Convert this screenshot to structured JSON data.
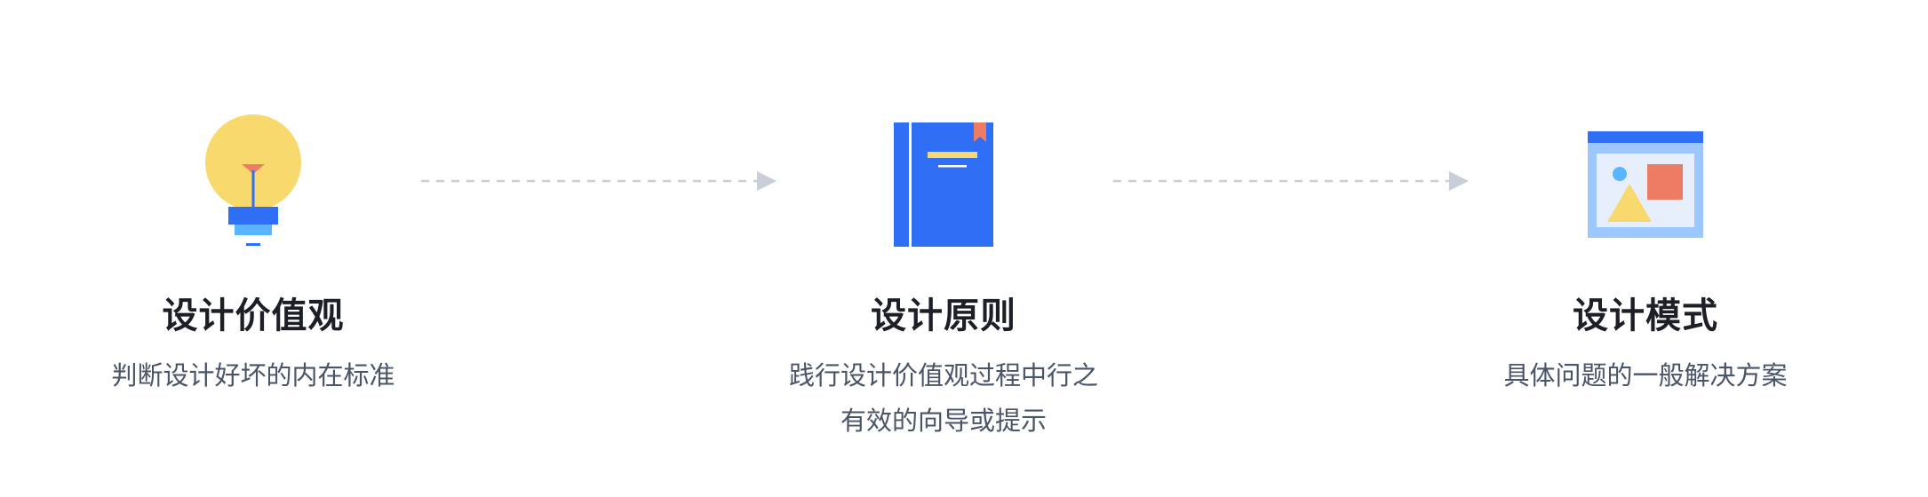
{
  "steps": [
    {
      "title": "设计价值观",
      "description_lines": [
        "判断设计好坏的内在标准"
      ],
      "icon": "lightbulb-icon"
    },
    {
      "title": "设计原则",
      "description_lines": [
        "践行设计价值观过程中行之",
        "有效的向导或提示"
      ],
      "icon": "book-icon"
    },
    {
      "title": "设计模式",
      "description_lines": [
        "具体问题的一般解决方案"
      ],
      "icon": "picture-window-icon"
    }
  ],
  "arrows": [
    "dashed-arrow-right-icon",
    "dashed-arrow-right-icon"
  ],
  "colors": {
    "title": "#1c1f26",
    "description": "#4a5468",
    "blue": "#2f6ff5",
    "light_blue": "#5ab4ff",
    "pale_blue": "#9cc7ff",
    "yellow": "#f8d96e",
    "coral": "#ee7b63",
    "arrow": "#c9ced8"
  }
}
